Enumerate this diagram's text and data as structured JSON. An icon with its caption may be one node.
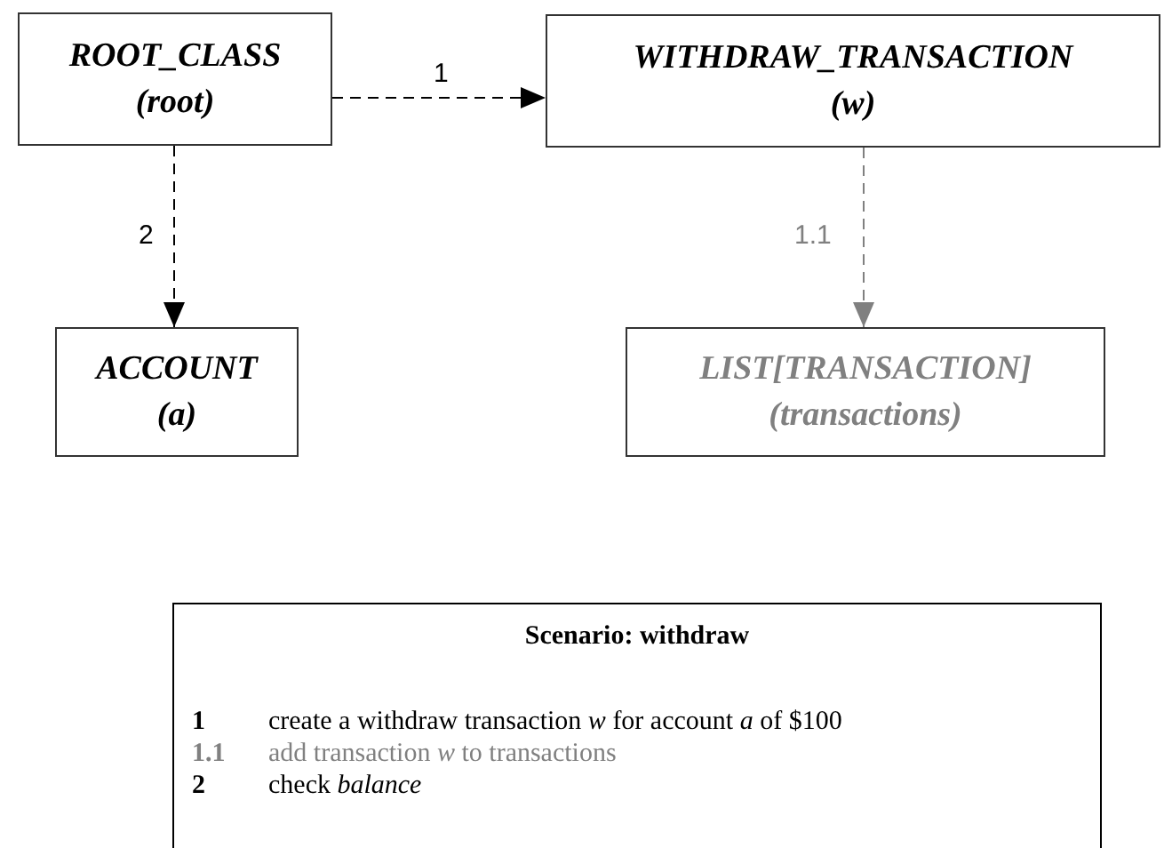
{
  "diagram": {
    "nodes": [
      {
        "text": [
          "ROOT_CLASS",
          "(root)"
        ]
      },
      {
        "text": [
          "WITHDRAW_TRANSACTION",
          "(w)"
        ]
      },
      {
        "text": [
          "ACCOUNT",
          "(a)"
        ]
      },
      {
        "text": [
          "LIST[TRANSACTION]",
          "(transactions)"
        ]
      },
      {
        "text": [
          "Scenario: withdraw",
          "1",
          "create a withdraw transaction *w* for account *a* of  $100",
          "1.1",
          "add transaction *w* to transactions",
          "2",
          "check *balance*"
        ]
      }
    ],
    "edges": [
      {
        "from": 0,
        "to": 1,
        "arrow": "to",
        "label": "1",
        "style": "dashed"
      },
      {
        "from": 0,
        "to": 2,
        "arrow": "to",
        "label": "2",
        "style": "dashed"
      },
      {
        "from": 1,
        "to": 3,
        "arrow": "to",
        "label": "1.1",
        "style": "dashed",
        "color": "#808080"
      }
    ]
  }
}
